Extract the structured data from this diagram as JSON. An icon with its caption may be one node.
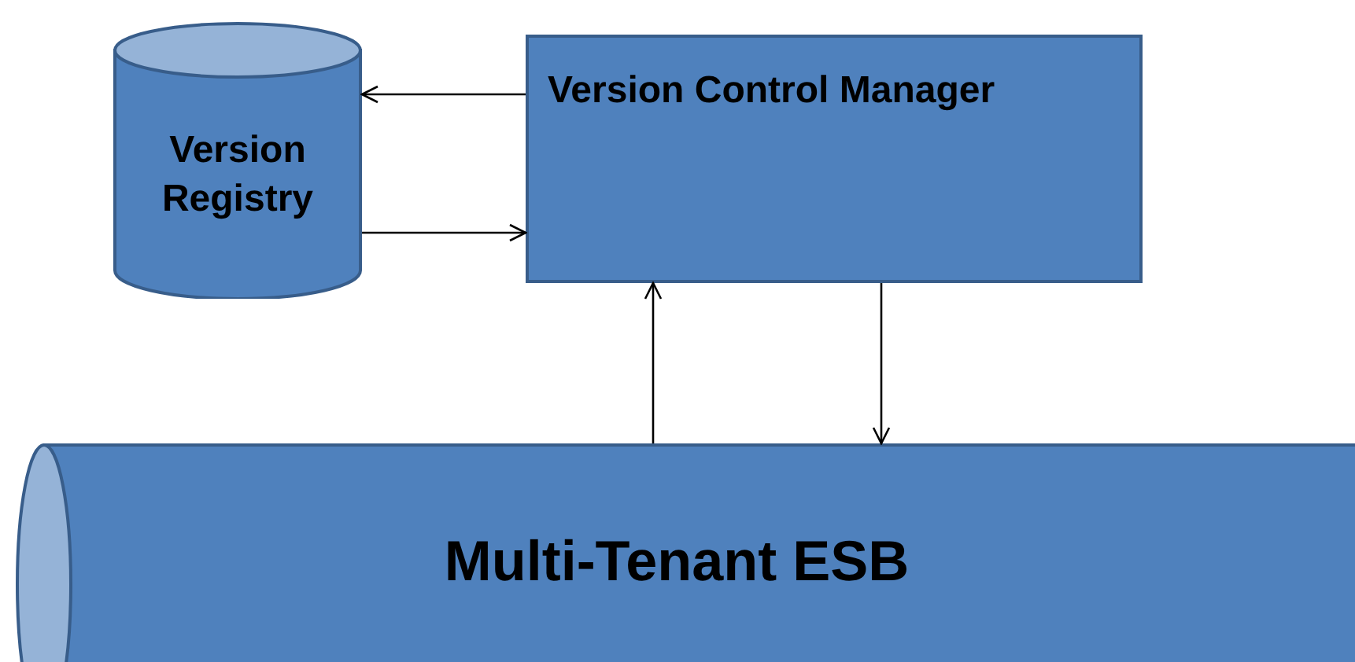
{
  "diagram": {
    "nodes": [
      {
        "text": [
          "Version Registry"
        ]
      },
      {
        "text": [
          "Version Control Manager"
        ]
      },
      {
        "text": [
          "Multi-Tenant ESB"
        ]
      }
    ],
    "edges": [
      {
        "from": 1,
        "to": 0,
        "arrow": "to"
      },
      {
        "from": 0,
        "to": 1,
        "arrow": "to"
      },
      {
        "from": 2,
        "to": 1,
        "arrow": "to"
      },
      {
        "from": 1,
        "to": 2,
        "arrow": "to"
      }
    ]
  }
}
